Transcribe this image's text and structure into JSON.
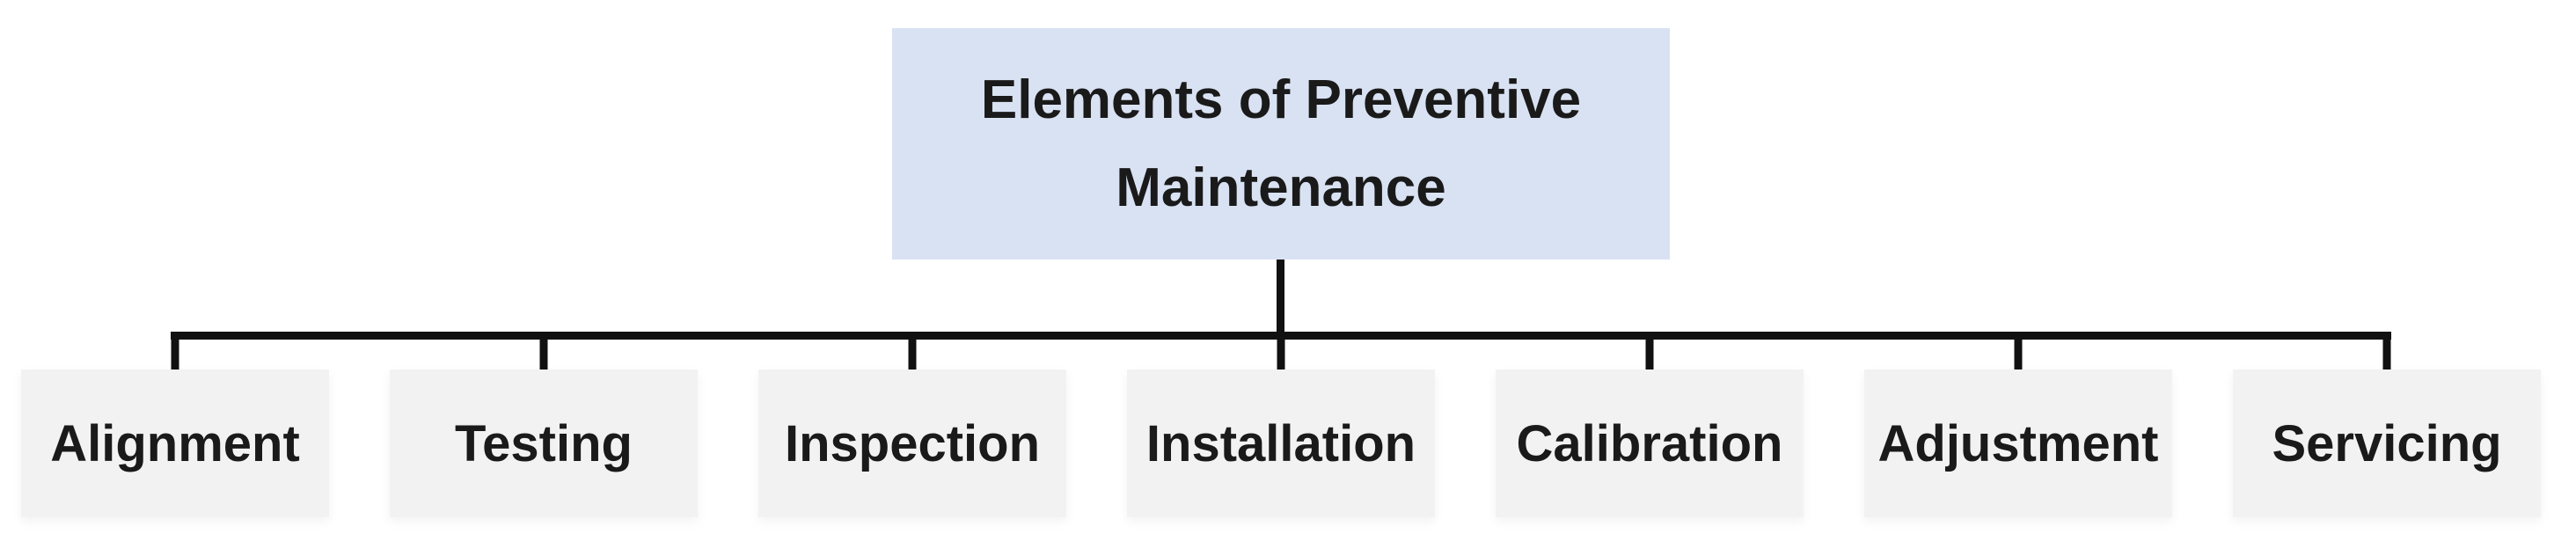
{
  "diagram": {
    "title_node": {
      "label": "Elements of Preventive Maintenance"
    },
    "children": [
      {
        "label": "Alignment"
      },
      {
        "label": "Testing"
      },
      {
        "label": "Inspection"
      },
      {
        "label": "Installation"
      },
      {
        "label": "Calibration"
      },
      {
        "label": "Adjustment"
      },
      {
        "label": "Servicing"
      }
    ]
  },
  "colors": {
    "root_fill": "#d9e2f3",
    "child_fill": "#f2f2f2",
    "connector": "#111111",
    "text": "#1a1a1a",
    "background": "#ffffff"
  }
}
